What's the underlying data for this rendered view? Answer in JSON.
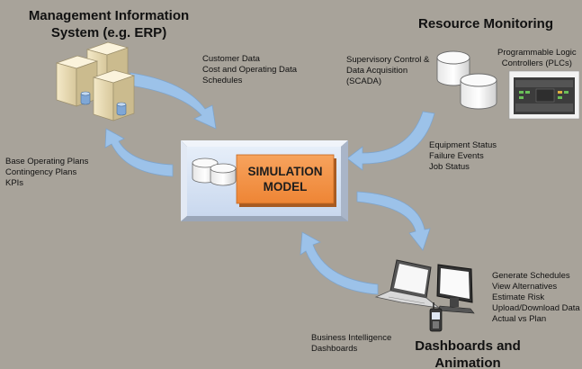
{
  "sections": {
    "mis": {
      "title_lines": [
        "Management Information",
        "System (e.g. ERP)"
      ]
    },
    "resource": {
      "title": "Resource Monitoring"
    },
    "plc": {
      "label_lines": [
        "Programmable Logic",
        "Controllers (PLCs)"
      ]
    },
    "dashboards": {
      "title_lines": [
        "Dashboards and",
        "Animation"
      ]
    }
  },
  "simulation_model": {
    "label_lines": [
      "SIMULATION",
      "MODEL"
    ]
  },
  "flows": {
    "erp_to_model": [
      "Customer Data",
      "Cost and Operating Data",
      "Schedules"
    ],
    "model_to_erp": [
      "Base Operating Plans",
      "Contingency Plans",
      "KPIs"
    ],
    "scada": [
      "Supervisory Control &",
      "Data Acquisition",
      "(SCADA)"
    ],
    "resource_to_model": [
      "Equipment Status",
      "Failure Events",
      "Job Status"
    ],
    "model_to_dashboards": [
      "Generate Schedules",
      "View Alternatives",
      "Estimate Risk",
      "Upload/Download Data",
      "Actual vs Plan"
    ],
    "dashboards_to_model": [
      "Business Intelligence",
      "Dashboards"
    ]
  },
  "colors": {
    "background": "#a8a39a",
    "arrow": "#9cc2e9",
    "model_panel": "#d8e4f3",
    "model_box": "#f3954a"
  }
}
